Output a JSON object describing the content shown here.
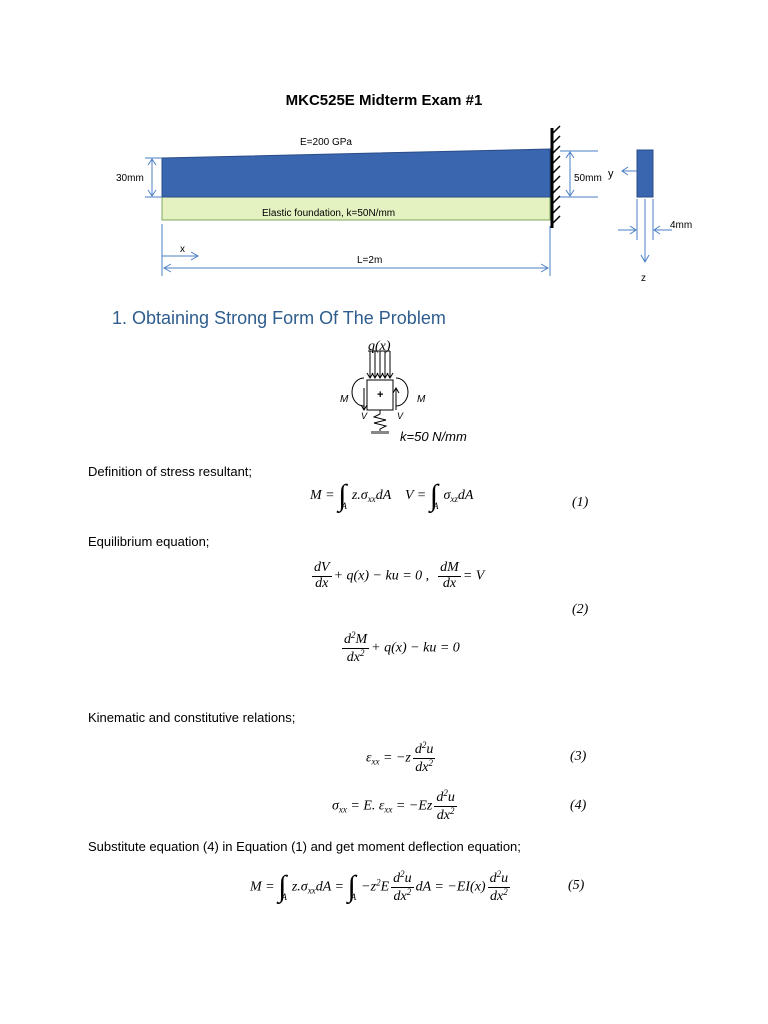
{
  "title": "MKC525E Midterm Exam #1",
  "beam_figure": {
    "modulus_label": "E=200 GPa",
    "left_height_label": "30mm",
    "right_height_label": "50mm",
    "foundation_label": "Elastic foundation, k=50N/mm",
    "x_label": "x",
    "length_label": "L=2m",
    "y_label": "y",
    "z_label": "z",
    "width_label": "4mm",
    "colors": {
      "beam": "#3a66b0",
      "foundation": "#e3f2c0",
      "dimension": "#4a7fc4"
    }
  },
  "section_heading": "1. Obtaining Strong Form Of The Problem",
  "element_figure": {
    "load_label": "q(x)",
    "moment_left": "M",
    "moment_right": "M",
    "plus_sign": "+",
    "shear_left": "V",
    "shear_right": "V",
    "spring_label": "k=50 N/mm"
  },
  "paragraphs": {
    "stress_resultant": "Definition of stress resultant;",
    "equilibrium": "Equilibrium equation;",
    "kinematic": "Kinematic and constitutive relations;",
    "substitute": "Substitute equation (4) in Equation (1) and get moment deflection equation;"
  },
  "equation_numbers": {
    "eq1": "(1)",
    "eq2": "(2)",
    "eq3": "(3)",
    "eq4": "(4)",
    "eq5": "(5)"
  }
}
